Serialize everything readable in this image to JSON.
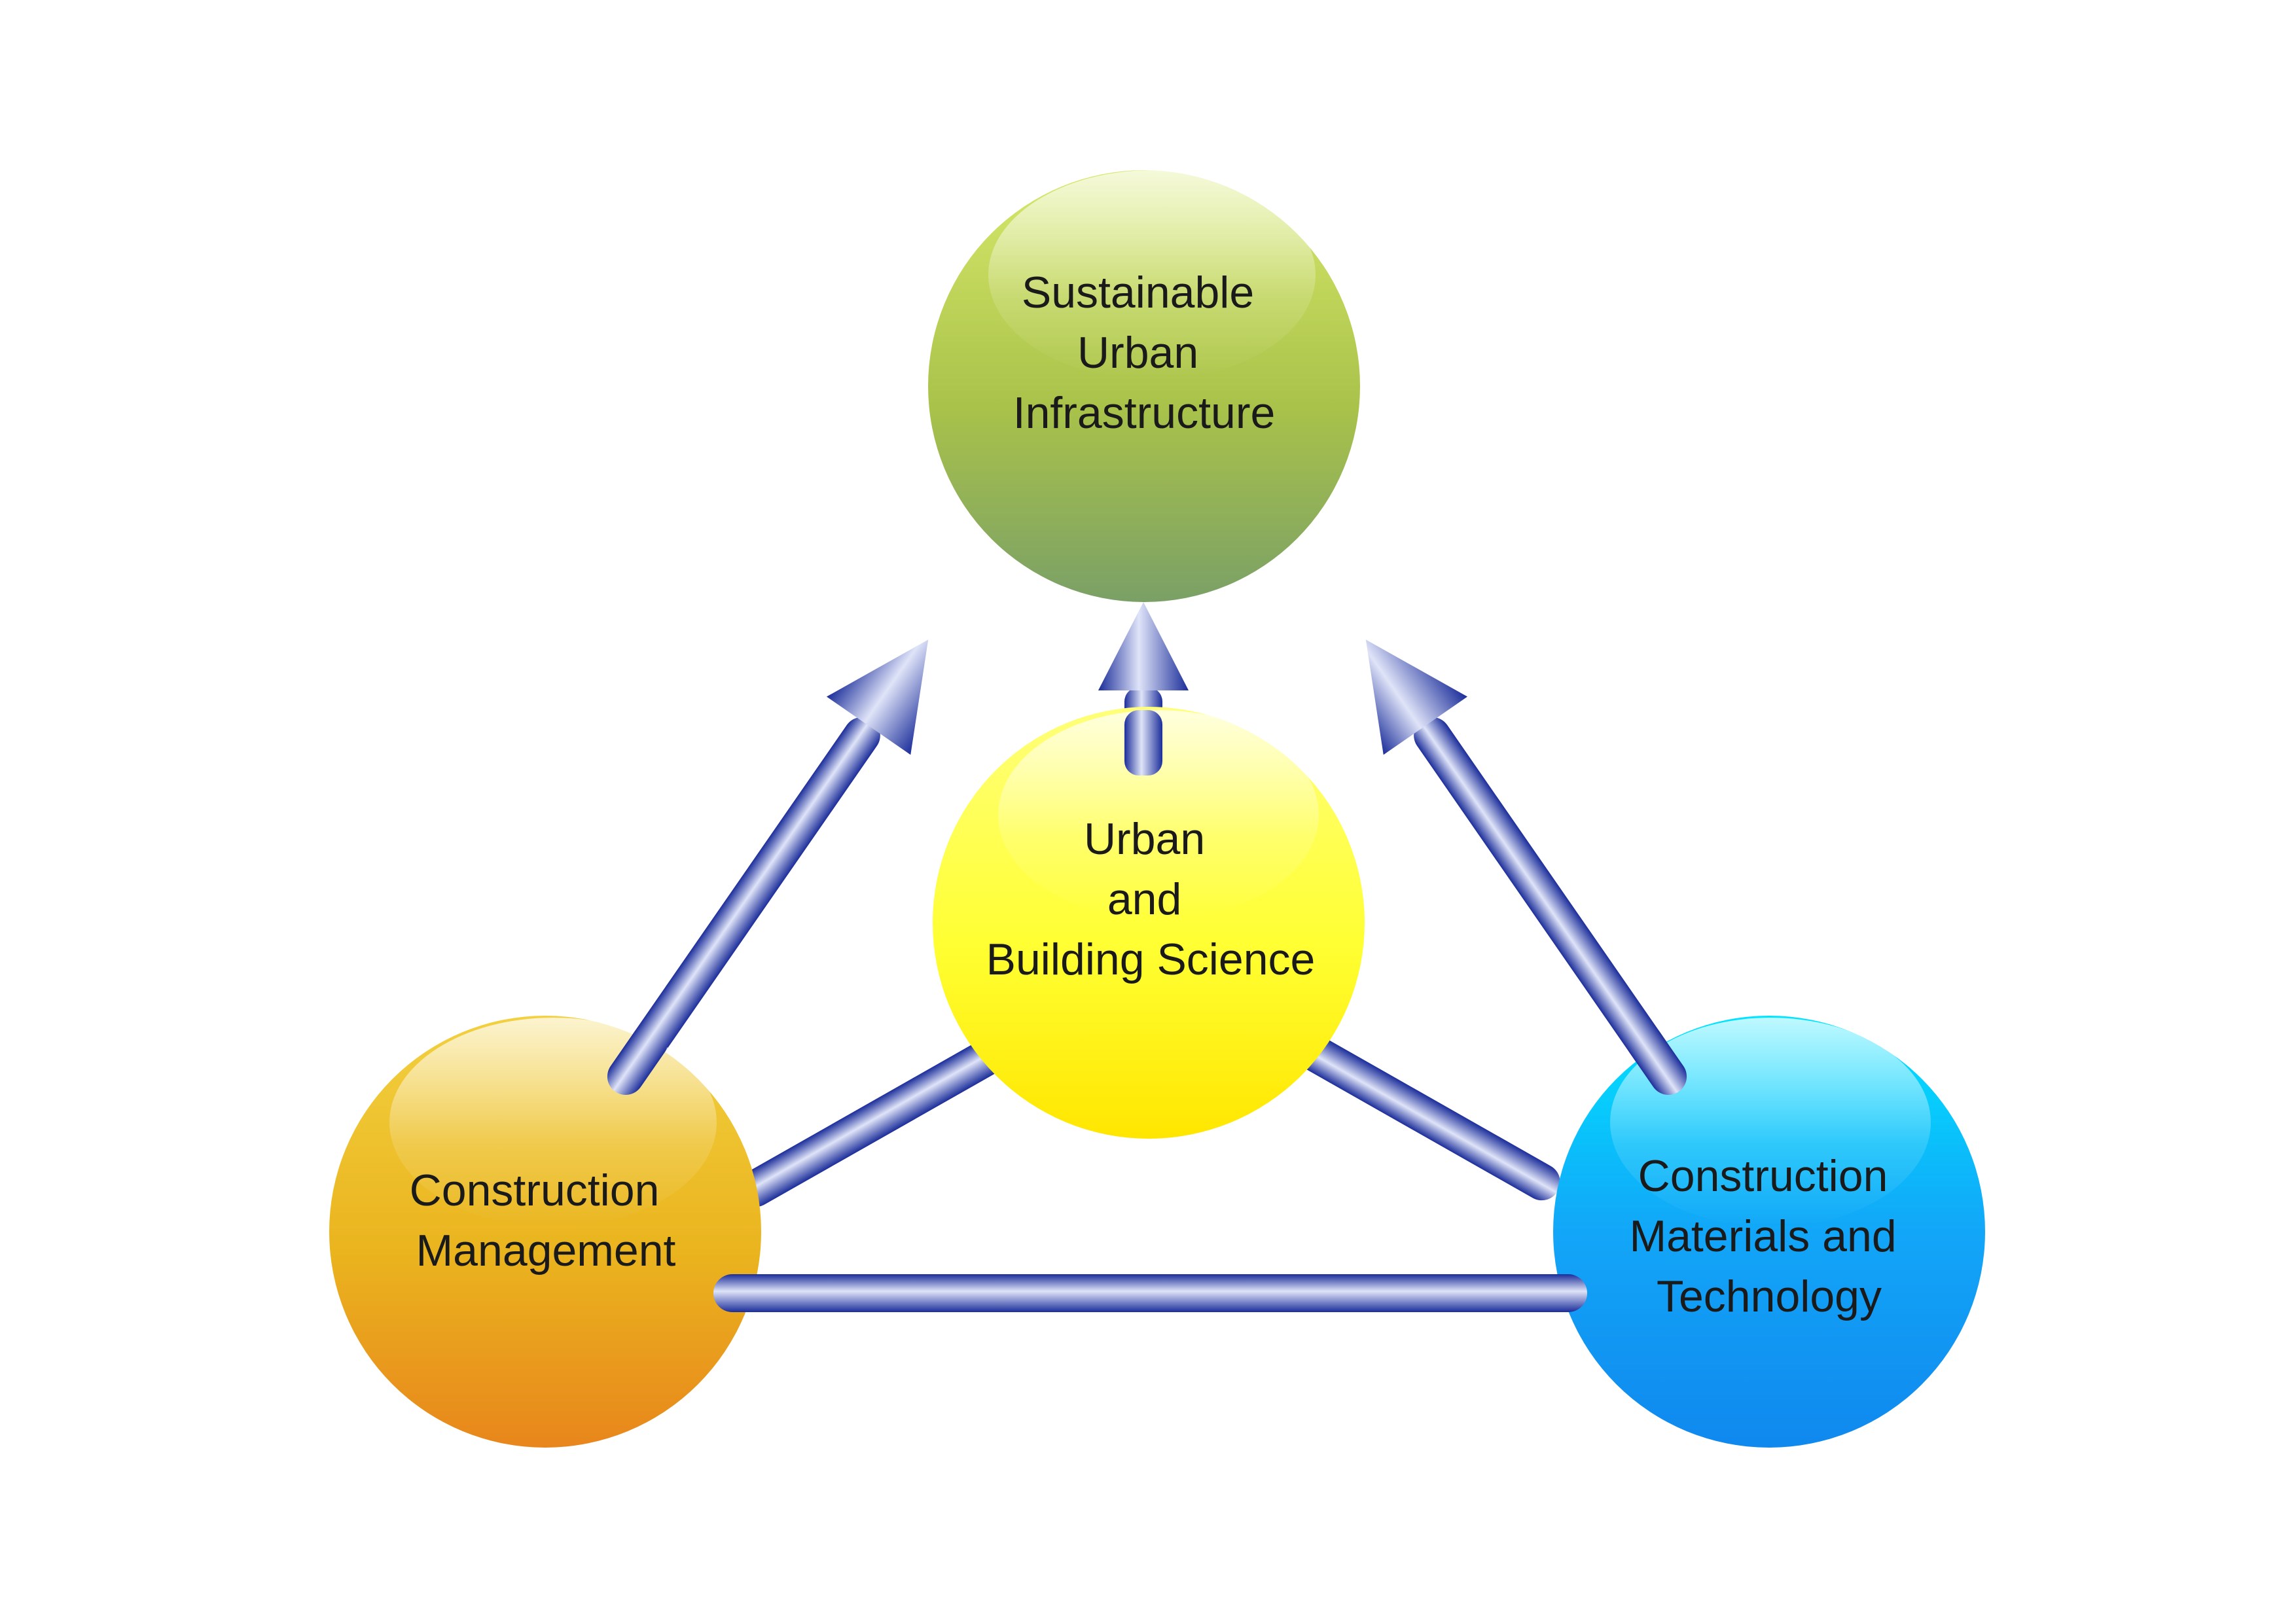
{
  "nodes": {
    "sustainable": {
      "lines": [
        "Sustainable",
        "Urban",
        "Infrastructure"
      ],
      "color_top": "#d6e86a",
      "color_mid": "#a9c24a",
      "color_bottom": "#7aa066"
    },
    "urban_science": {
      "lines": [
        "Urban",
        "and",
        "Building Science"
      ],
      "color_top": "#ffff7a",
      "color_mid": "#ffff33",
      "color_bottom": "#ffe600"
    },
    "management": {
      "lines": [
        "Construction",
        "Management"
      ],
      "color_top": "#f2d040",
      "color_mid": "#eab41e",
      "color_bottom": "#e8861c"
    },
    "materials": {
      "lines": [
        "Construction",
        "Materials and",
        "Technology"
      ],
      "color_top": "#00e4ff",
      "color_mid": "#12a6f8",
      "color_bottom": "#1088ee"
    }
  },
  "connector_colors": {
    "edge": "#1b2d9a",
    "center": "#dfe4f8"
  }
}
